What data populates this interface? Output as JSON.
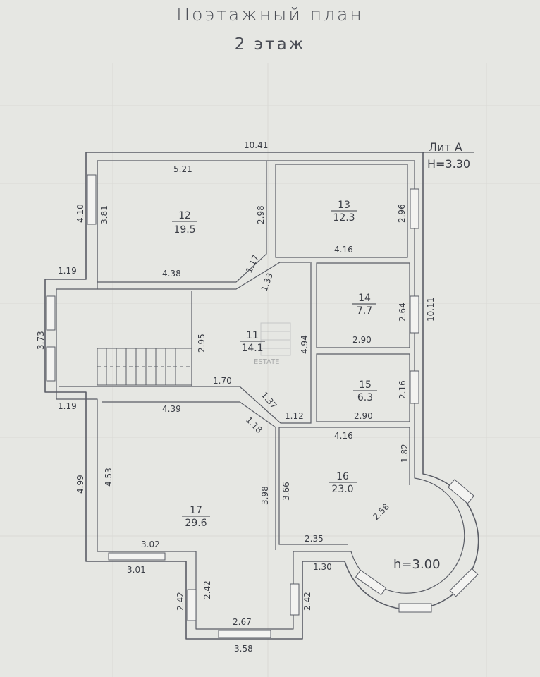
{
  "title": {
    "line1": "Поэтажный план",
    "line2": "2 этаж"
  },
  "liter": {
    "name": "Лит А",
    "height": "H=3.30"
  },
  "bay_height": "h=3.00",
  "watermark": "ESTATE",
  "rooms": [
    {
      "num": "12",
      "area": "19.5"
    },
    {
      "num": "13",
      "area": "12.3"
    },
    {
      "num": "11",
      "area": "14.1"
    },
    {
      "num": "14",
      "area": "7.7"
    },
    {
      "num": "15",
      "area": "6.3"
    },
    {
      "num": "16",
      "area": "23.0"
    },
    {
      "num": "17",
      "area": "29.6"
    }
  ],
  "dims": {
    "top_total": "10.41",
    "r12_top": "5.21",
    "r12_left": "3.81",
    "r12_right": "2.98",
    "r12_bottom": "4.38",
    "r12_chamfer": "1.17",
    "ext_410": "4.10",
    "ext_119a": "1.19",
    "ext_373": "3.73",
    "ext_119b": "1.19",
    "r13_right": "2.96",
    "r13_bottom": "4.16",
    "chamfer_133": "1.33",
    "r11_295": "2.95",
    "r11_494": "4.94",
    "r11_170": "1.70",
    "r11_137": "1.37",
    "r11_112": "1.12",
    "r11_118": "1.18",
    "r14_264": "2.64",
    "r14_290": "2.90",
    "ext_1011": "10.11",
    "r15_216": "2.16",
    "r15_290": "2.90",
    "r16_416": "4.16",
    "r16_182": "1.82",
    "r16_366": "3.66",
    "r16_258": "2.58",
    "r16_235": "2.35",
    "r16_130": "1.30",
    "r17_439": "4.39",
    "r17_453": "4.53",
    "ext_499": "4.99",
    "r17_398": "3.98",
    "r17_302": "3.02",
    "r17_301": "3.01",
    "r17_242a": "2.42",
    "r17_242b": "2.42",
    "r17_267": "2.67",
    "r17_358": "3.58",
    "r16_242": "2.42"
  }
}
